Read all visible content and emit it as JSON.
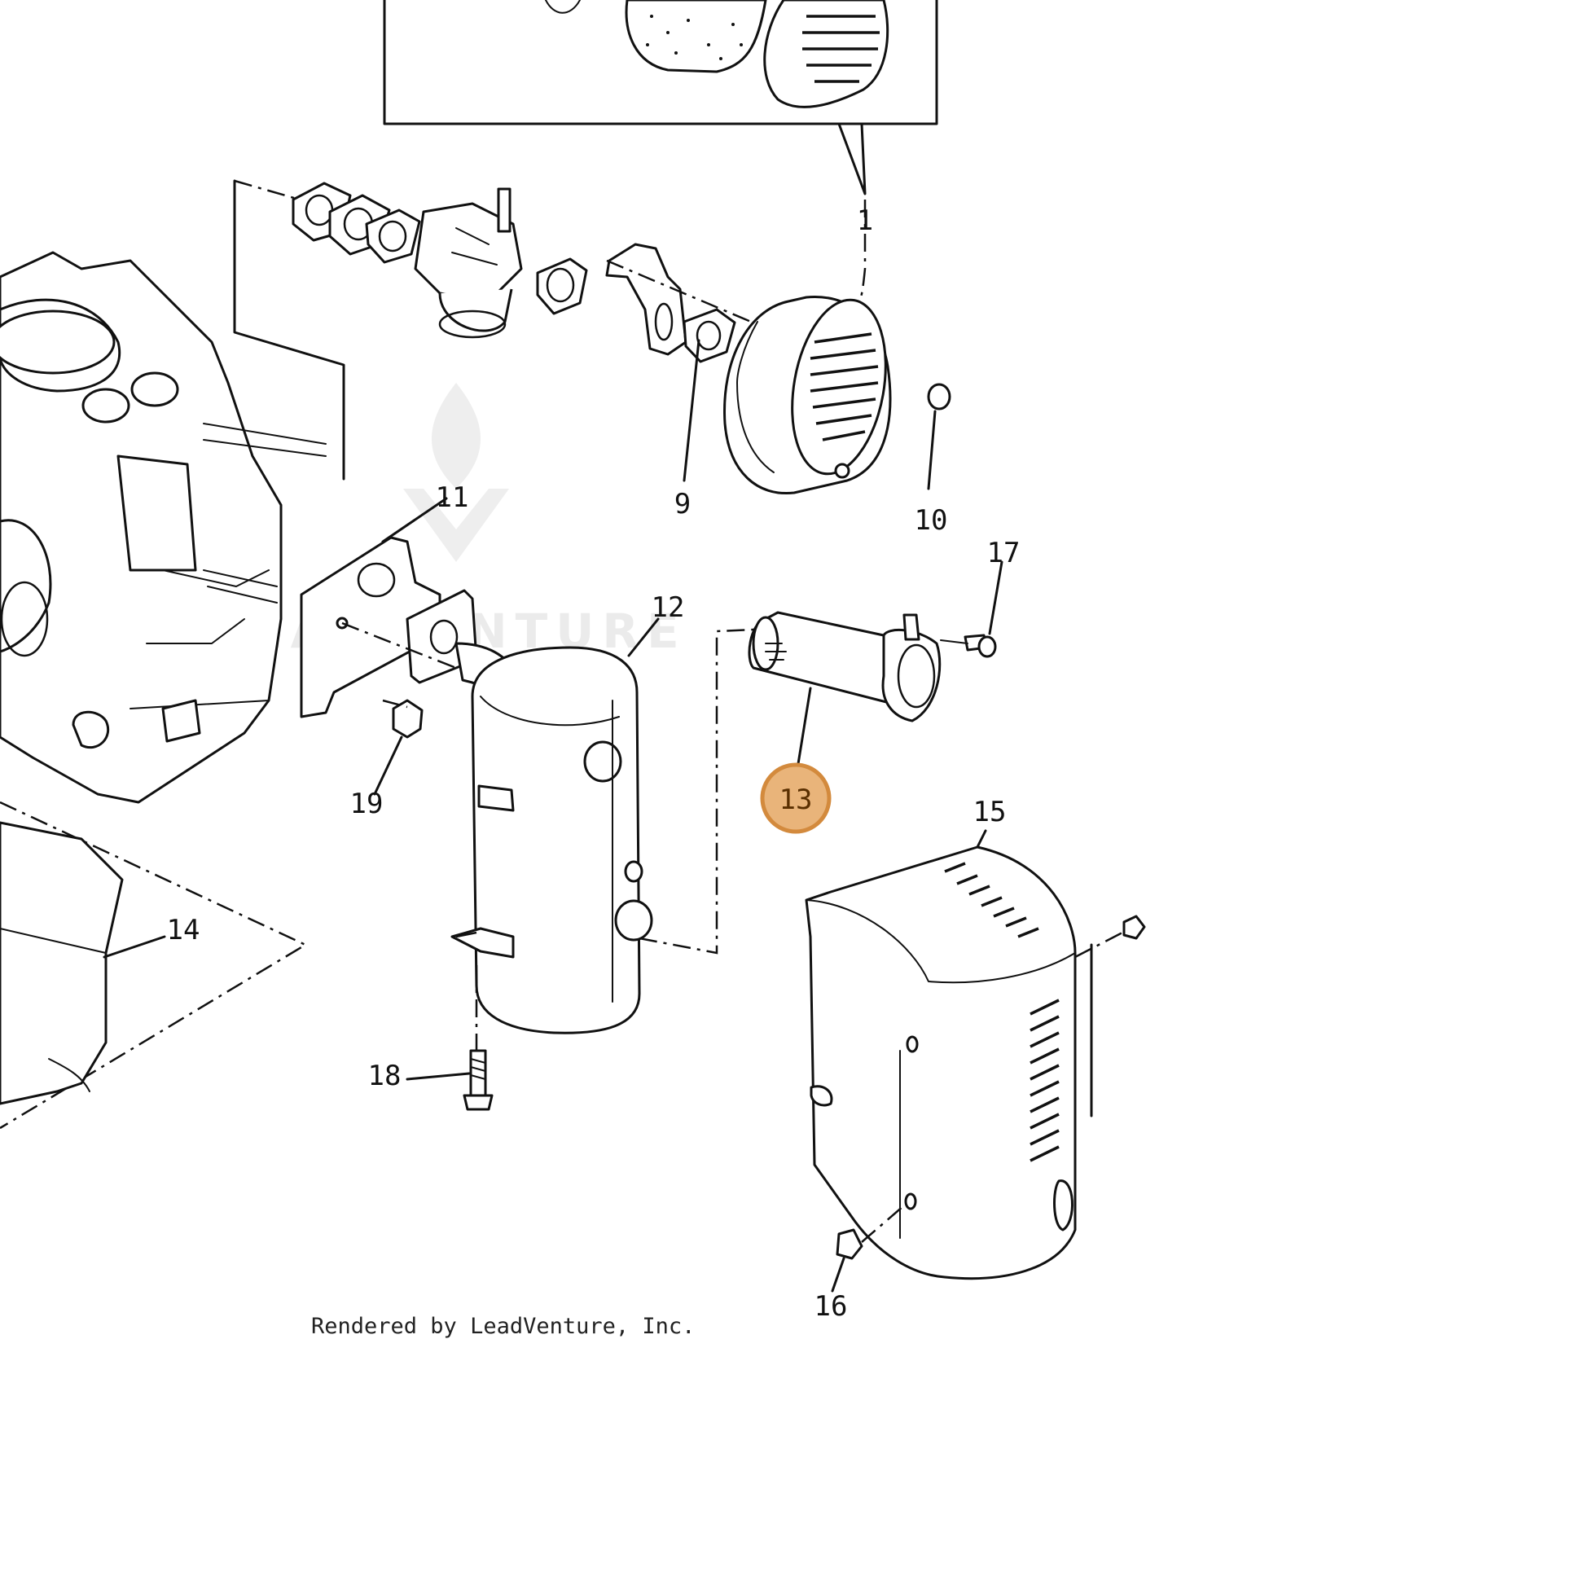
{
  "diagram": {
    "part_labels": [
      {
        "id": "1",
        "text": "1"
      },
      {
        "id": "9",
        "text": "9"
      },
      {
        "id": "10",
        "text": "10"
      },
      {
        "id": "11",
        "text": "11"
      },
      {
        "id": "12",
        "text": "12"
      },
      {
        "id": "13",
        "text": "13",
        "highlighted": true
      },
      {
        "id": "14",
        "text": "14"
      },
      {
        "id": "15",
        "text": "15"
      },
      {
        "id": "16",
        "text": "16"
      },
      {
        "id": "17",
        "text": "17"
      },
      {
        "id": "18",
        "text": "18"
      },
      {
        "id": "19",
        "text": "19"
      }
    ],
    "highlight_color": "#e9b47a",
    "highlight_stroke": "#d38a3d",
    "watermark": "LEADVENTURE",
    "credit": "Rendered by LeadVenture, Inc."
  }
}
